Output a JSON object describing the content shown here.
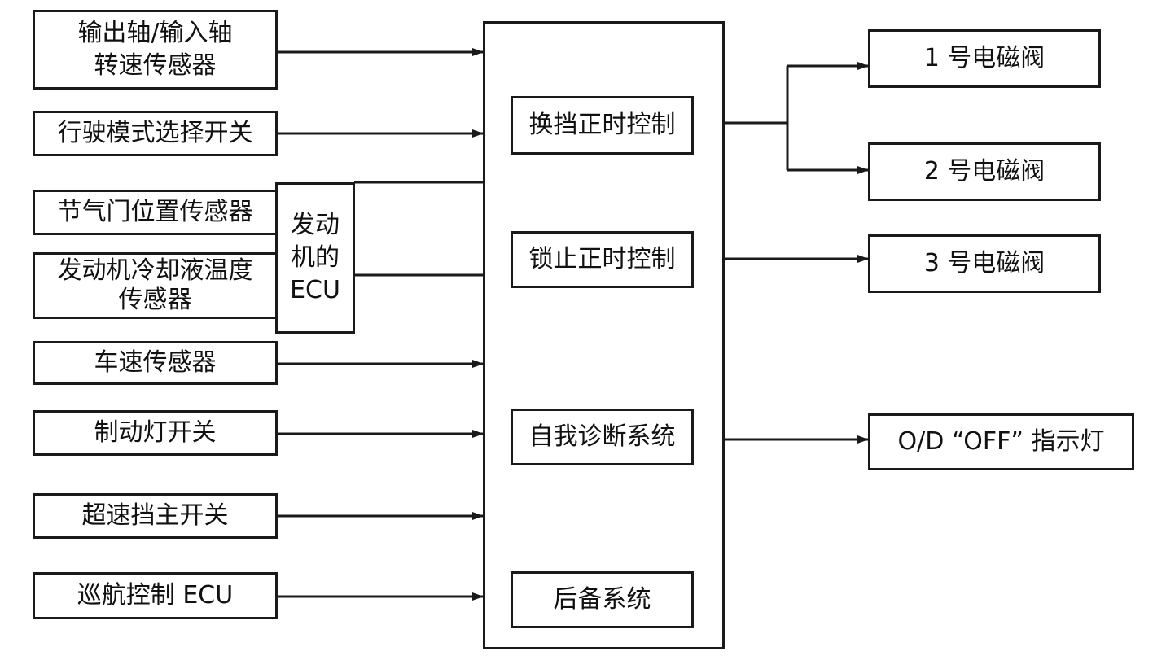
{
  "inputs": {
    "speed_sensor": "输出轴/输入轴\n转速传感器",
    "drive_mode_switch": "行驶模式选择开关",
    "throttle_sensor": "节气门位置传感器",
    "coolant_sensor": "发动机冷却液温度\n传感器",
    "vehicle_speed_sensor": "车速传感器",
    "brake_light_switch": "制动灯开关",
    "overdrive_switch": "超速挡主开关",
    "cruise_ecu": "巡航控制 ECU"
  },
  "engine_ecu": "发动\n机的\nECU",
  "controller": {
    "shift_timing": "换挡正时控制",
    "lockup_timing": "锁止正时控制",
    "self_diagnosis": "自我诊断系统",
    "backup_system": "后备系统"
  },
  "outputs": {
    "solenoid_1": "1 号电磁阀",
    "solenoid_2": "2 号电磁阀",
    "solenoid_3": "3 号电磁阀",
    "od_off_lamp": "O/D “OFF” 指示灯"
  }
}
